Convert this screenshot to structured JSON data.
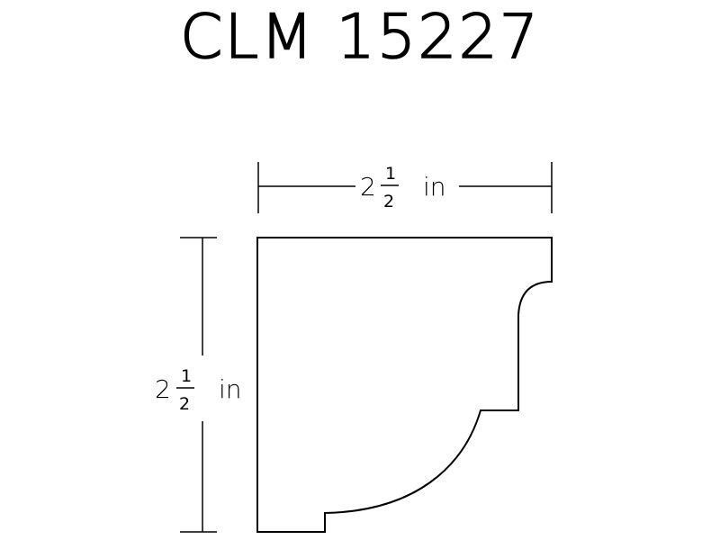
{
  "title": "CLM 15227",
  "width_dimension": {
    "whole": "2",
    "numerator": "1",
    "denominator": "2",
    "unit": "in"
  },
  "height_dimension": {
    "whole": "2",
    "numerator": "1",
    "denominator": "2",
    "unit": "in"
  },
  "colors": {
    "line": "#000000",
    "background": "#ffffff"
  }
}
